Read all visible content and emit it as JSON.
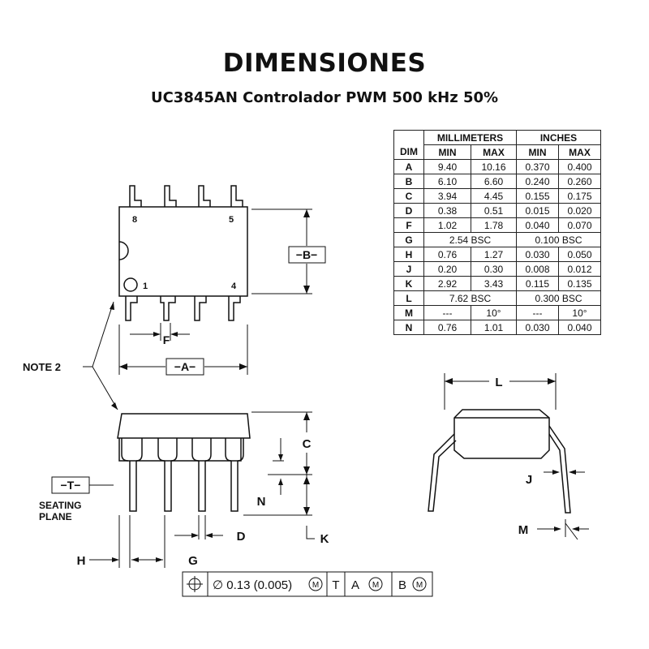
{
  "header": {
    "title": "DIMENSIONES",
    "subtitle": "UC3845AN Controlador PWM 500 kHz 50%"
  },
  "table": {
    "group_headers": [
      "MILLIMETERS",
      "INCHES"
    ],
    "col_headers": [
      "DIM",
      "MIN",
      "MAX",
      "MIN",
      "MAX"
    ],
    "rows": [
      [
        "A",
        "9.40",
        "10.16",
        "0.370",
        "0.400"
      ],
      [
        "B",
        "6.10",
        "6.60",
        "0.240",
        "0.260"
      ],
      [
        "C",
        "3.94",
        "4.45",
        "0.155",
        "0.175"
      ],
      [
        "D",
        "0.38",
        "0.51",
        "0.015",
        "0.020"
      ],
      [
        "F",
        "1.02",
        "1.78",
        "0.040",
        "0.070"
      ],
      [
        "G",
        "2.54 BSC",
        "0.100 BSC"
      ],
      [
        "H",
        "0.76",
        "1.27",
        "0.030",
        "0.050"
      ],
      [
        "J",
        "0.20",
        "0.30",
        "0.008",
        "0.012"
      ],
      [
        "K",
        "2.92",
        "3.43",
        "0.115",
        "0.135"
      ],
      [
        "L",
        "7.62 BSC",
        "0.300 BSC"
      ],
      [
        "M",
        "---",
        "10°",
        "---",
        "10°"
      ],
      [
        "N",
        "0.76",
        "1.01",
        "0.030",
        "0.040"
      ]
    ]
  },
  "labels": {
    "pin8": "8",
    "pin5": "5",
    "pin1": "1",
    "pin4": "4",
    "B": "−B−",
    "A": "−A−",
    "F": "F",
    "note2": "NOTE 2",
    "C": "C",
    "N": "N",
    "T": "−T−",
    "seating1": "SEATING",
    "seating2": "PLANE",
    "D": "D",
    "K": "K",
    "H": "H",
    "G": "G",
    "L": "L",
    "J": "J",
    "M": "M"
  },
  "tolerance": {
    "value": "∅ 0.13 (0.005)",
    "m": "M",
    "datum_t": "T",
    "datum_a": "A",
    "datum_b": "B"
  }
}
